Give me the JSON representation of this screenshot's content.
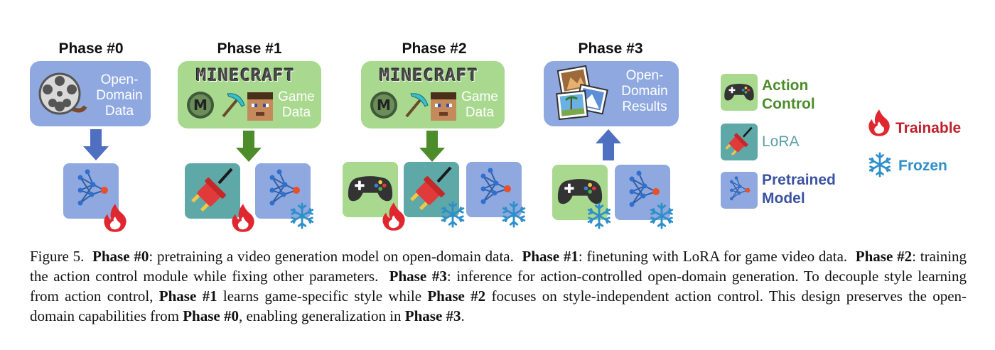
{
  "phases": [
    {
      "title": "Phase #0",
      "box_lines": [
        "Open-",
        "Domain",
        "Data"
      ]
    },
    {
      "title": "Phase #1",
      "logo": "MINECRAFT",
      "box_lines": [
        "Game",
        "Data"
      ]
    },
    {
      "title": "Phase #2",
      "logo": "MINECRAFT",
      "box_lines": [
        "Game",
        "Data"
      ]
    },
    {
      "title": "Phase #3",
      "box_lines": [
        "Open-",
        "Domain",
        "Results"
      ]
    }
  ],
  "legend": {
    "action_control": [
      "Action",
      "Control"
    ],
    "lora": "LoRA",
    "pretrained_model": [
      "Pretrained",
      "Model"
    ],
    "trainable": "Trainable",
    "frozen": "Frozen"
  },
  "colors": {
    "blue_box": "#8fa9e0",
    "green_box": "#a9d98e",
    "teal_tile": "#5fa8a8",
    "arrow_blue": "#4f6fc1",
    "arrow_green": "#4c8c2b",
    "action_text": "#4c8c2b",
    "lora_text": "#5a9fa6",
    "pretrained_text": "#3b53a0",
    "trainable_text": "#c0202a",
    "frozen_text": "#2e8fc9"
  },
  "icons": [
    "film-reel-icon",
    "minecraft-m-icon",
    "pickaxe-icon",
    "steve-face-icon",
    "photos-icon",
    "network-icon",
    "lora-plug-icon",
    "gamepad-icon",
    "flame-icon",
    "snowflake-icon"
  ],
  "caption": {
    "prefix": "Figure 5.",
    "p0": "Phase #0",
    "t0": ": pretraining a video generation model on open-domain data.",
    "p1": "Phase #1",
    "t1": ": finetuning with LoRA for game video data.",
    "p2": "Phase #2",
    "t2": ": training the action control module while fixing other parameters.",
    "p3": "Phase #3",
    "t3": ": inference for action-controlled open-domain generation.  To decouple style learning from action control,",
    "p1b": "Phase #1",
    "t4": "learns game-specific style while",
    "p2b": "Phase #2",
    "t5": "focuses on style-independent action control. This design preserves the open-domain capabilities from",
    "p0b": "Phase #0",
    "t6": ", enabling generalization in",
    "p3b": "Phase #3",
    "t7": "."
  }
}
